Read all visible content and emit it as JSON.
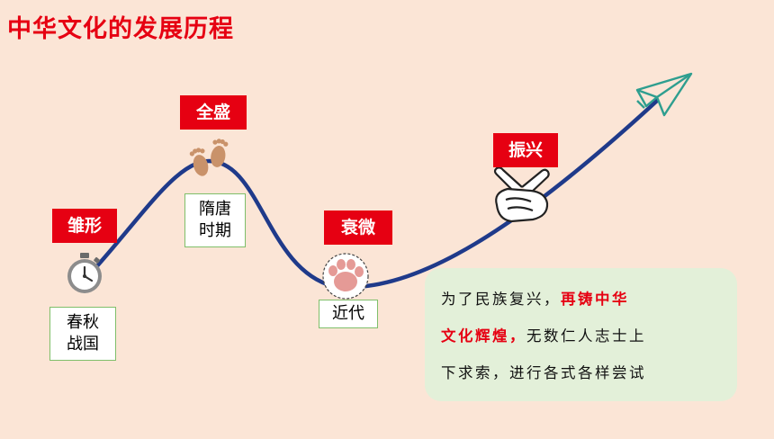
{
  "title": "中华文化的发展历程",
  "stages": {
    "embryo": {
      "tag": "雏形",
      "era_line1": "春秋",
      "era_line2": "战国"
    },
    "peak": {
      "tag": "全盛",
      "era_line1": "隋唐",
      "era_line2": "时期"
    },
    "decline": {
      "tag": "衰微",
      "era": "近代"
    },
    "revival": {
      "tag": "振兴"
    }
  },
  "note": {
    "line1_plain": "为了民族复兴，",
    "line1_red": "再铸中华",
    "line2_red": "文化辉煌，",
    "line2_plain": "无数仁人志士上",
    "line3": "下求索，进行各式各样尝试"
  },
  "colors": {
    "accent": "#e60012",
    "curve": "#1f3a8a",
    "arrow": "#2e9e8f",
    "background": "#fbe5d6",
    "note_bg": "#e3f0d9"
  },
  "icons": [
    "stopwatch-icon",
    "footprints-icon",
    "paw-icon",
    "victory-hand-icon",
    "paper-plane-icon"
  ]
}
